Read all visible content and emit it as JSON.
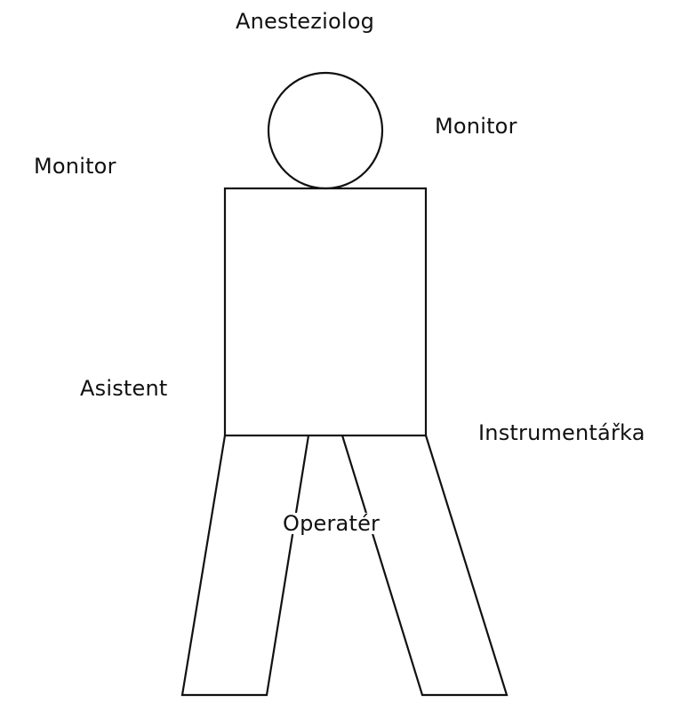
{
  "labels": {
    "anesteziolog": "Anesteziolog",
    "monitor_right": "Monitor",
    "monitor_left": "Monitor",
    "asistent": "Asistent",
    "instrumentarka": "Instrumentářka",
    "operater": "Operatér"
  },
  "colors": {
    "line": "#111111",
    "background": "#ffffff"
  }
}
